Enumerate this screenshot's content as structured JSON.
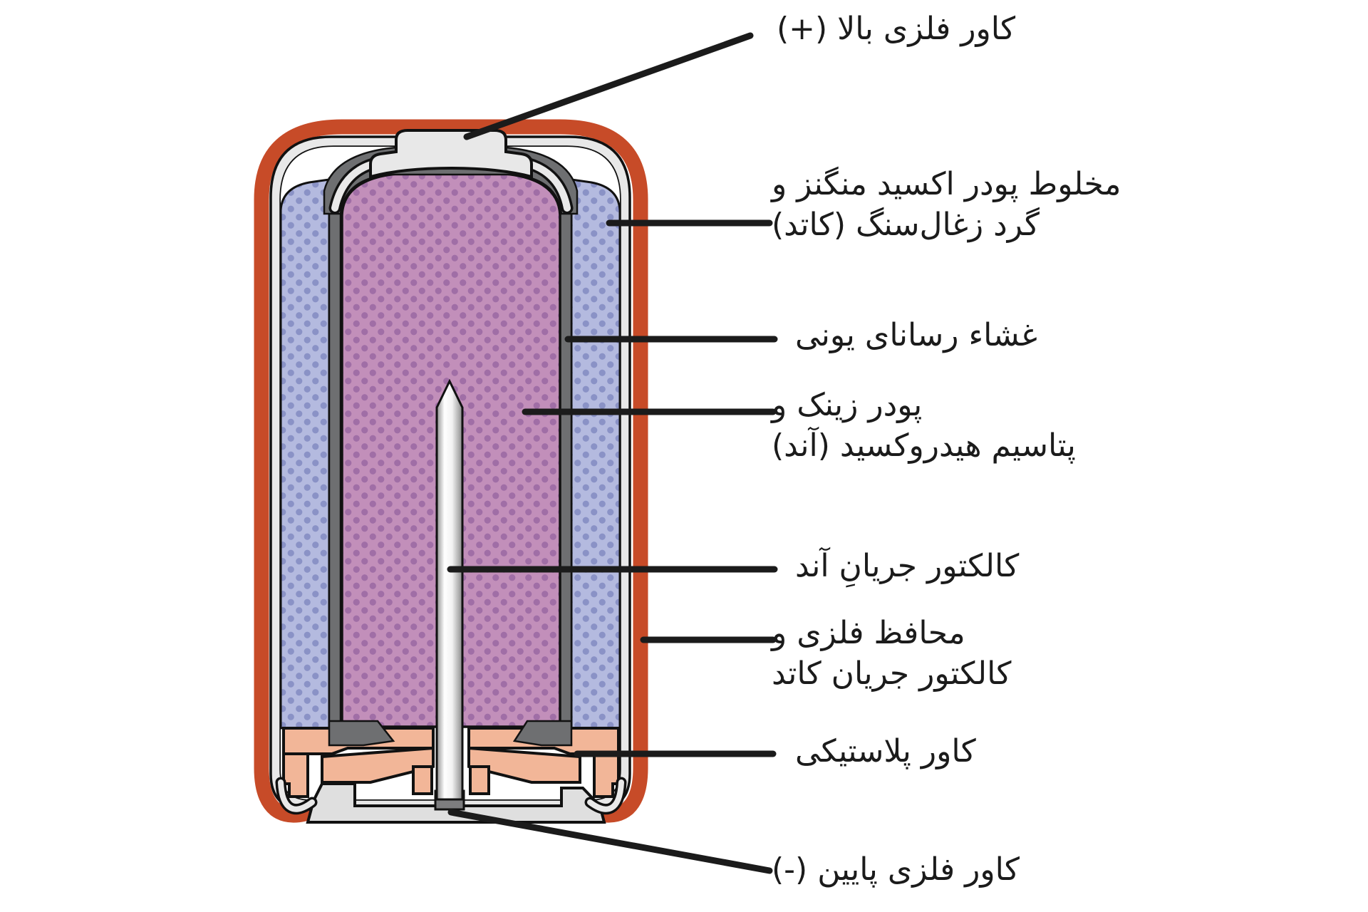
{
  "diagram": {
    "subject": "alkaline-battery-cross-section",
    "labels": {
      "top_cover": {
        "text": "کاور فلزی بالا (+)"
      },
      "cathode": {
        "line1": "مخلوط پودر اکسید منگنز و",
        "line2": "گرد زغال‌سنگ (کاتد)"
      },
      "membrane": {
        "text": "غشاء رسانای یونی"
      },
      "anode": {
        "line1": "پودر زینک و",
        "line2": "پتاسیم هیدروکسید (آند)"
      },
      "anode_collector": {
        "text": "کالکتور جریانِ آند"
      },
      "case_collector": {
        "line1": "محافظ فلزی و",
        "line2": "کالکتور جریان کاتد"
      },
      "plastic_cover": {
        "text": "کاور پلاستیکی"
      },
      "bottom_cover": {
        "text": "کاور فلزی پایین (-)"
      }
    },
    "colors": {
      "shell_orange": "#c74b28",
      "casing_gray": "#e8e8e8",
      "casing_inner": "#ffffff",
      "cathode_fill": "#b4badf",
      "cathode_dot": "#8a92c6",
      "anode_fill": "#c28fba",
      "anode_dot": "#a06ea6",
      "separator_gray": "#6e6f71",
      "plastic_salmon": "#f2b698",
      "tray_gray": "#dfdfdf",
      "pin_foot_gray": "#7d7d7f",
      "outline_black": "#111111",
      "pointer_black": "#1b1b1b",
      "text_black": "#1b1b1b"
    }
  }
}
